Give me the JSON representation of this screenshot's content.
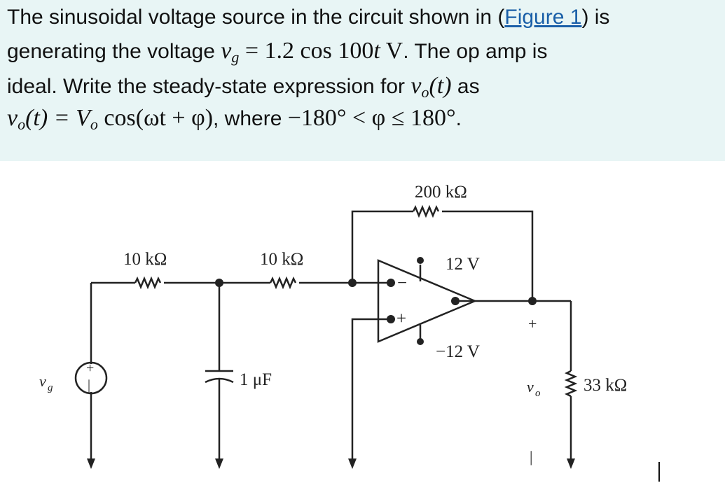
{
  "problem": {
    "line1_a": "The sinusoidal voltage source in the circuit shown in (",
    "figure_link": "Figure 1",
    "line1_b": ") is",
    "line2_a": "generating the voltage ",
    "line2_var": "v",
    "line2_sub": "g",
    "line2_math": " = 1.2 cos 100",
    "line2_t": "t",
    "line2_unit": " V",
    "line2_b": ". The op amp is",
    "line3_a": "ideal. Write the steady-state expression for ",
    "line3_var": "v",
    "line3_sub": "o",
    "line3_math": "(t)",
    "line3_b": " as",
    "line4_var": "v",
    "line4_sub": "o",
    "line4_math1": "(t) = ",
    "line4_V": "V",
    "line4_Vsub": "o",
    "line4_math2": " cos(ωt + φ)",
    "line4_b": ", where ",
    "line4_math3": "−180° < φ ≤ 180°",
    "line4_c": "."
  },
  "circuit": {
    "r_feedback": "200 kΩ",
    "r1": "10 kΩ",
    "r2": "10 kΩ",
    "capacitor": "1 μF",
    "supply_pos": "12 V",
    "supply_neg": "−12 V",
    "r_load": "33 kΩ",
    "source_label": "v",
    "source_sub": "g",
    "output_label": "v",
    "output_sub": "o",
    "plus_sign": "+",
    "minus_sign": "−",
    "output_minus": "|"
  }
}
